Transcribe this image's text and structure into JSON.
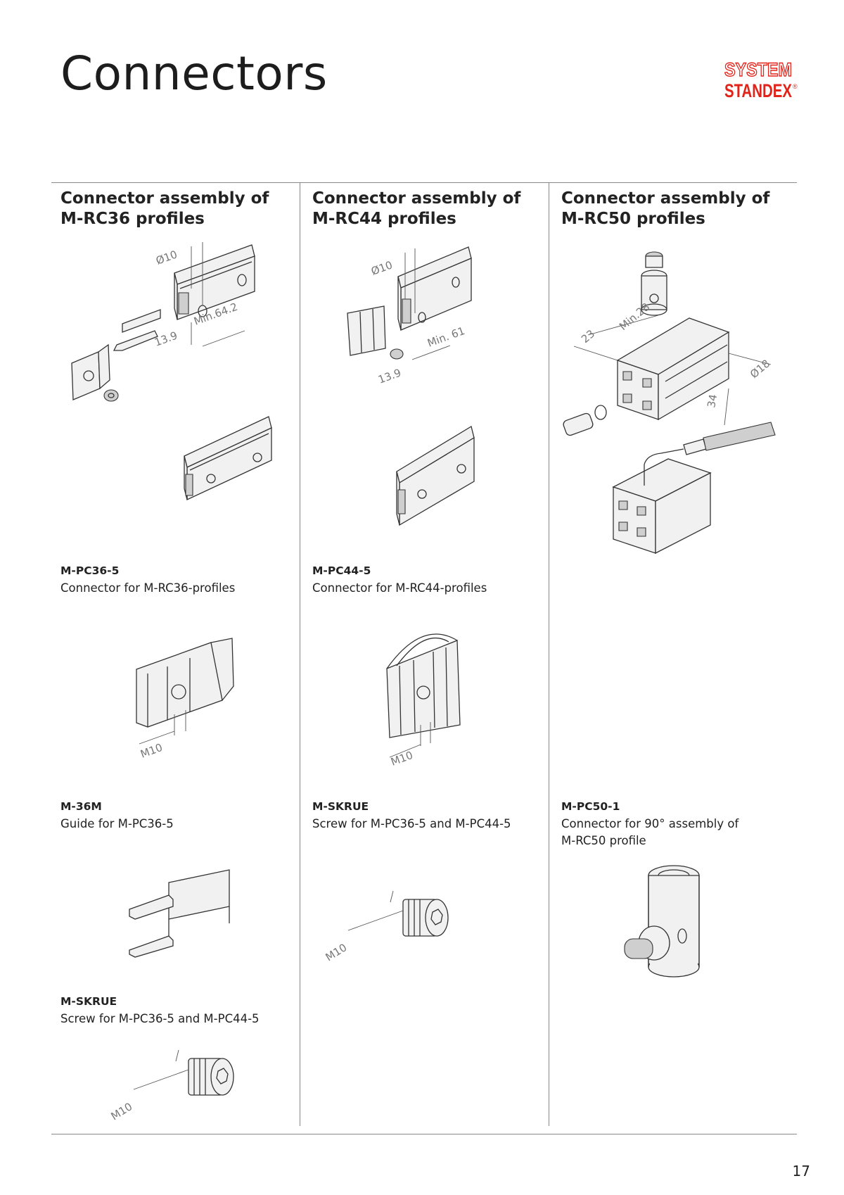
{
  "page": {
    "title": "Connectors",
    "number": "17"
  },
  "logo": {
    "line1": "SYSTEM",
    "line2": "STANDEX",
    "mark": "®",
    "color": "#e2231a"
  },
  "columns": [
    {
      "heading_line1": "Connector assembly of",
      "heading_line2": "M-RC36 profiles",
      "dims": [
        "Ø10",
        "Min.64.2",
        "13.9"
      ],
      "items": [
        {
          "code": "M-PC36-5",
          "desc": "Connector for M-RC36-profiles"
        },
        {
          "code": "M-36M",
          "desc": "Guide for M-PC36-5",
          "dim": "M10"
        },
        {
          "code": "M-SKRUE",
          "desc": "Screw for M-PC36-5 and M-PC44-5",
          "dim": "M10"
        }
      ]
    },
    {
      "heading_line1": "Connector assembly of",
      "heading_line2": "M-RC44 profiles",
      "dims": [
        "Ø10",
        "Min. 61",
        "13.9"
      ],
      "items": [
        {
          "code": "M-PC44-5",
          "desc": "Connector for M-RC44-profiles",
          "dim": "M10"
        },
        {
          "code": "M-SKRUE",
          "desc": "Screw for M-PC36-5 and M-PC44-5",
          "dim": "M10"
        }
      ]
    },
    {
      "heading_line1": "Connector assembly of",
      "heading_line2": "M-RC50 profiles",
      "dims": [
        "23",
        "Min.28",
        "Ø18",
        "34"
      ],
      "items": [
        {
          "code": "M-PC50-1",
          "desc_line1": "Connector for 90° assembly of",
          "desc_line2": "M-RC50 profile"
        }
      ]
    }
  ]
}
